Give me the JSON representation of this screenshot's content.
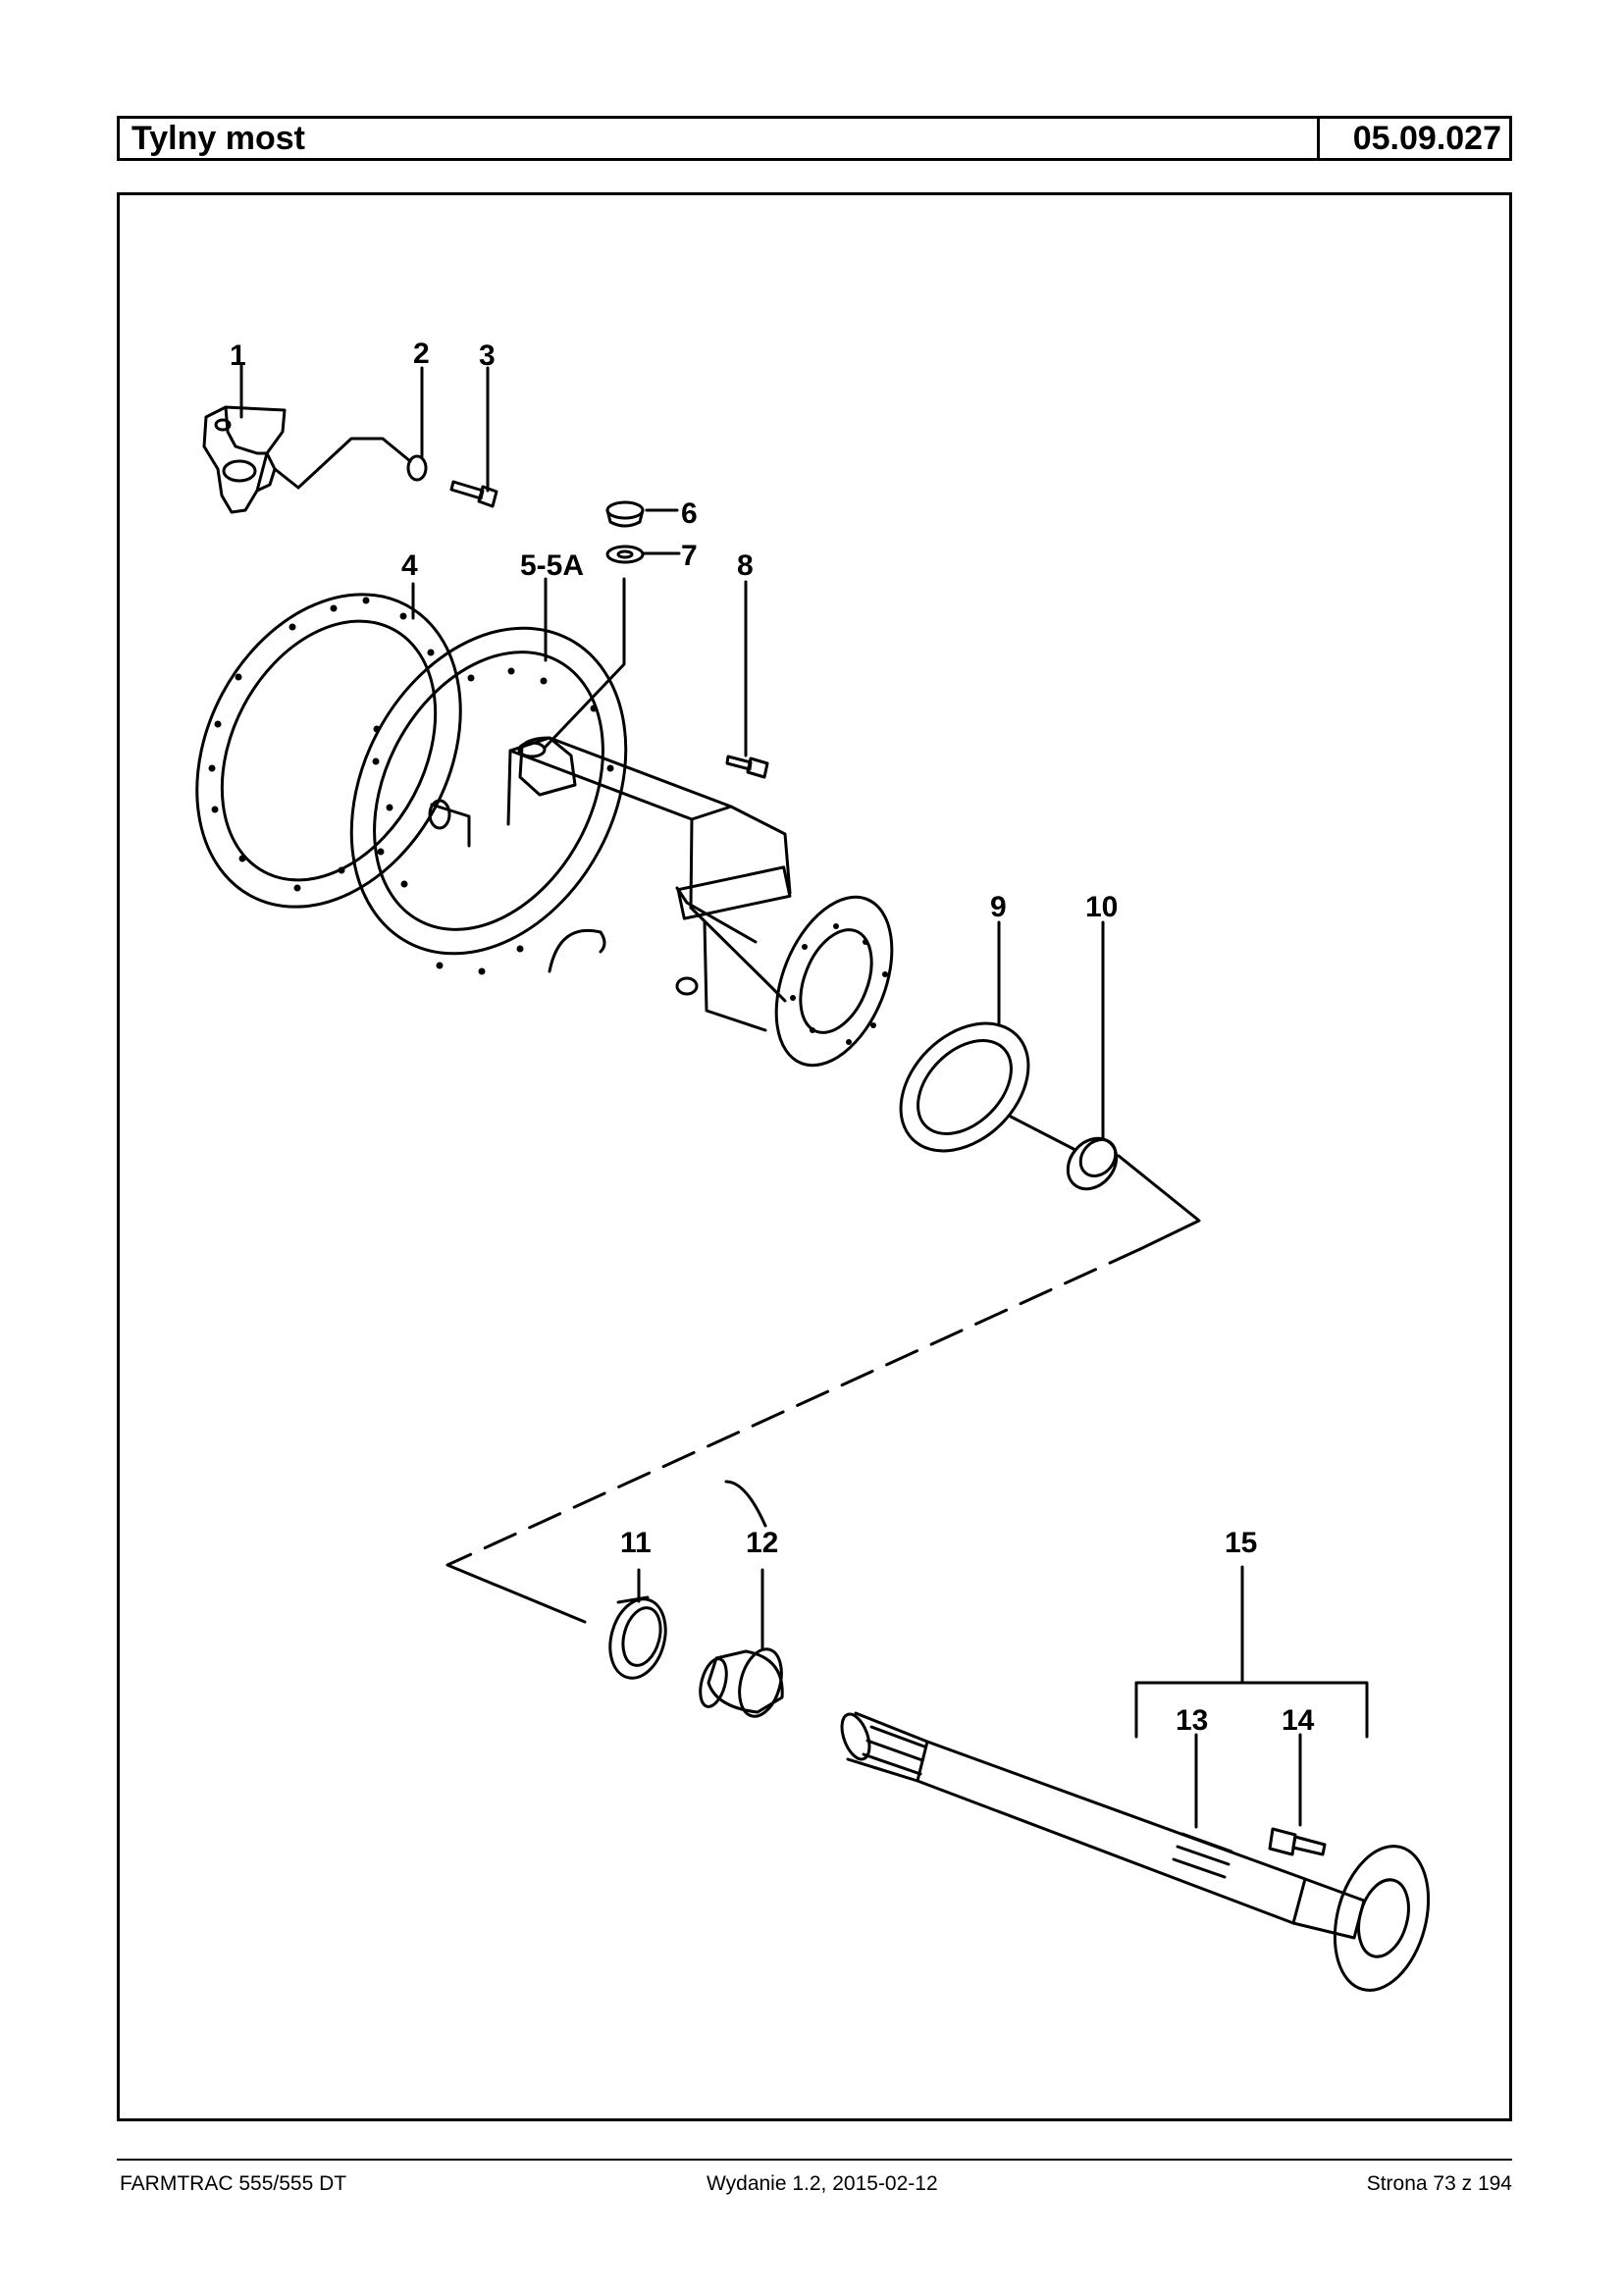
{
  "header": {
    "title": "Tylny most",
    "code": "05.09.027"
  },
  "callouts": [
    "1",
    "2",
    "3",
    "4",
    "5-5A",
    "6",
    "7",
    "8",
    "9",
    "10",
    "11",
    "12",
    "13",
    "14",
    "15"
  ],
  "footer": {
    "left": "FARMTRAC 555/555 DT",
    "center": "Wydanie 1.2,  2015-02-12",
    "right": "Strona 73 z 194"
  }
}
